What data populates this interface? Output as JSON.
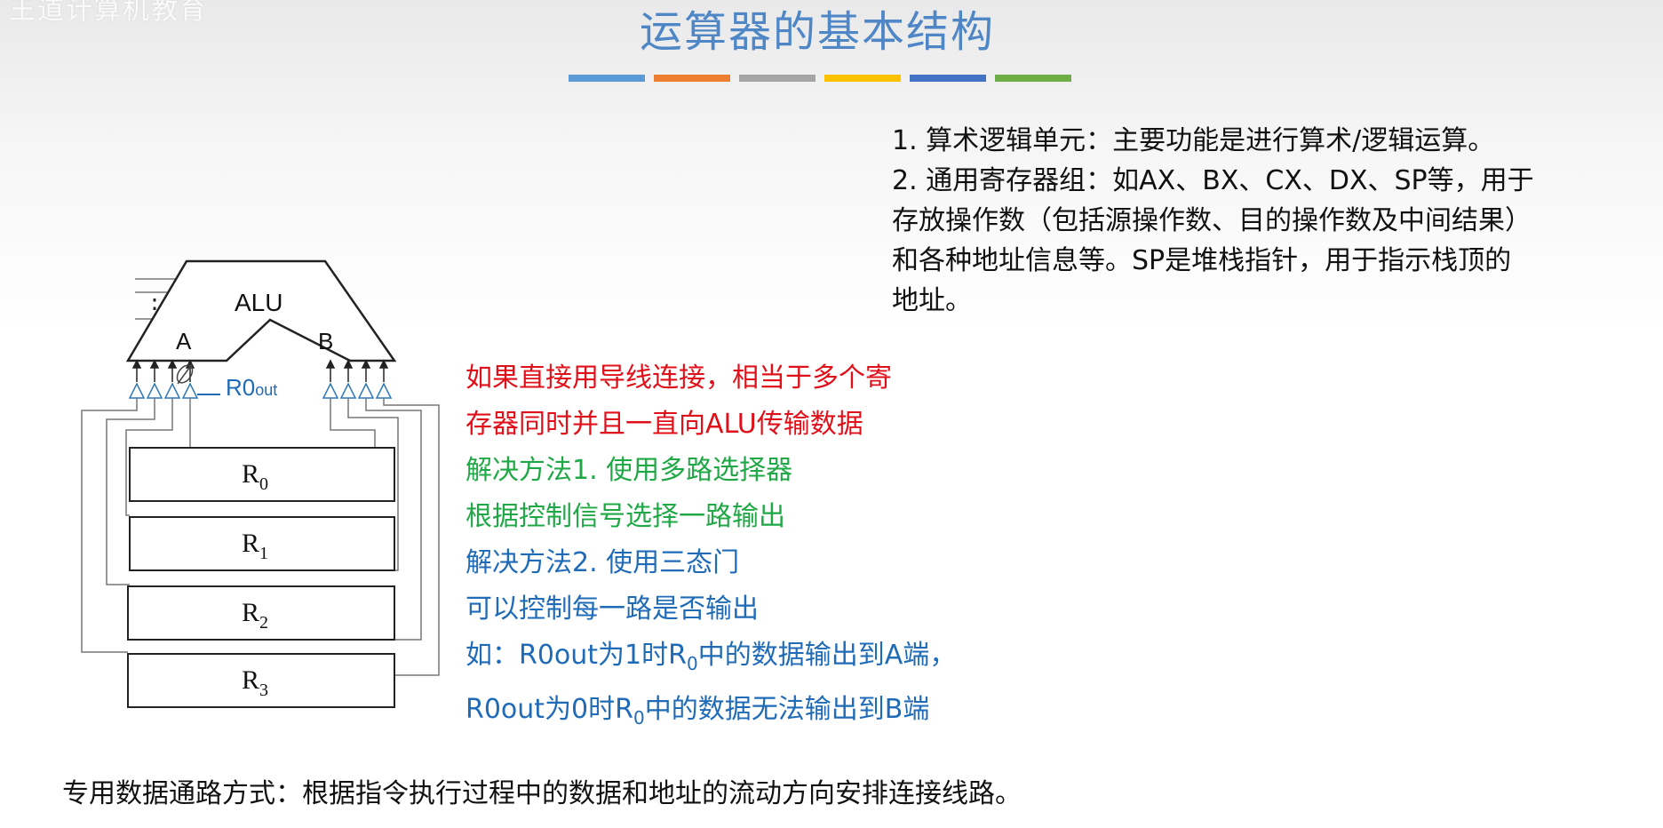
{
  "watermark": "王道计算机教育",
  "slide_title": "运算器的基本结构",
  "title_bar_colors": [
    "#5b9bd5",
    "#ed7d31",
    "#a5a5a5",
    "#ffc000",
    "#4472c4",
    "#70ad47"
  ],
  "description": {
    "item1": "1. 算术逻辑单元：主要功能是进行算术/逻辑运算。",
    "item2_lines": [
      "2. 通用寄存器组：如AX、BX、CX、DX、SP等，用于",
      "存放操作数（包括源操作数、目的操作数及中间结果）",
      "和各种地址信息等。SP是堆栈指针，用于指示栈顶的",
      "地址。"
    ]
  },
  "diagram": {
    "alu_label": "ALU",
    "input_a": "A",
    "input_b": "B",
    "signal_label": "R0out",
    "signal_prefix": "R0",
    "signal_suffix": "out",
    "registers": [
      "R0",
      "R1",
      "R2",
      "R3"
    ],
    "register_base": "R",
    "register_subs": [
      "0",
      "1",
      "2",
      "3"
    ],
    "dots": "⋮"
  },
  "notes": {
    "problem_line1": "如果直接用导线连接，相当于多个寄",
    "problem_line2": "存器同时并且一直向ALU传输数据",
    "solution1_line1": "解决方法1. 使用多路选择器",
    "solution1_line2": "根据控制信号选择一路输出",
    "solution2_line1": "解决方法2. 使用三态门",
    "solution2_line2": "可以控制每一路是否输出",
    "example_line1_pre": "如：R0out为1时R",
    "example_line1_sub": "0",
    "example_line1_post": "中的数据输出到A端，",
    "example_line2_pre": "R0out为0时R",
    "example_line2_sub": "0",
    "example_line2_post": "中的数据无法输出到B端"
  },
  "footer": "专用数据通路方式：根据指令执行过程中的数据和地址的流动方向安排连接线路。"
}
